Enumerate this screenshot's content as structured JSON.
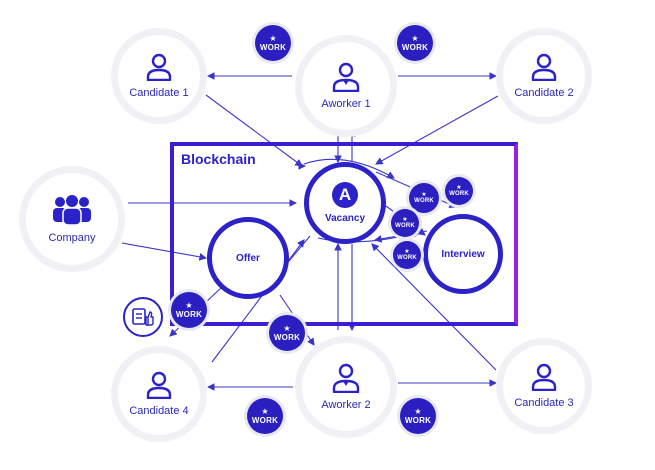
{
  "blockchain": {
    "title": "Blockchain"
  },
  "nodes": {
    "candidate1": "Candidate 1",
    "candidate2": "Candidate 2",
    "candidate3": "Candidate 3",
    "candidate4": "Candidate 4",
    "aworker1": "Aworker 1",
    "aworker2": "Aworker 2",
    "company": "Company"
  },
  "rings": {
    "vacancy": "Vacancy",
    "vacancy_logo": "A",
    "offer": "Offer",
    "interview": "Interview"
  },
  "badges": {
    "star": "★",
    "work": "WORK"
  },
  "colors": {
    "accent": "#2b22c9",
    "badge": "#2b1fc1",
    "blockchain_gradient_end": "#9d1ee6"
  },
  "icons": [
    "user-icon",
    "worker-icon",
    "company-icon",
    "like-document-icon",
    "work-token-icon"
  ]
}
